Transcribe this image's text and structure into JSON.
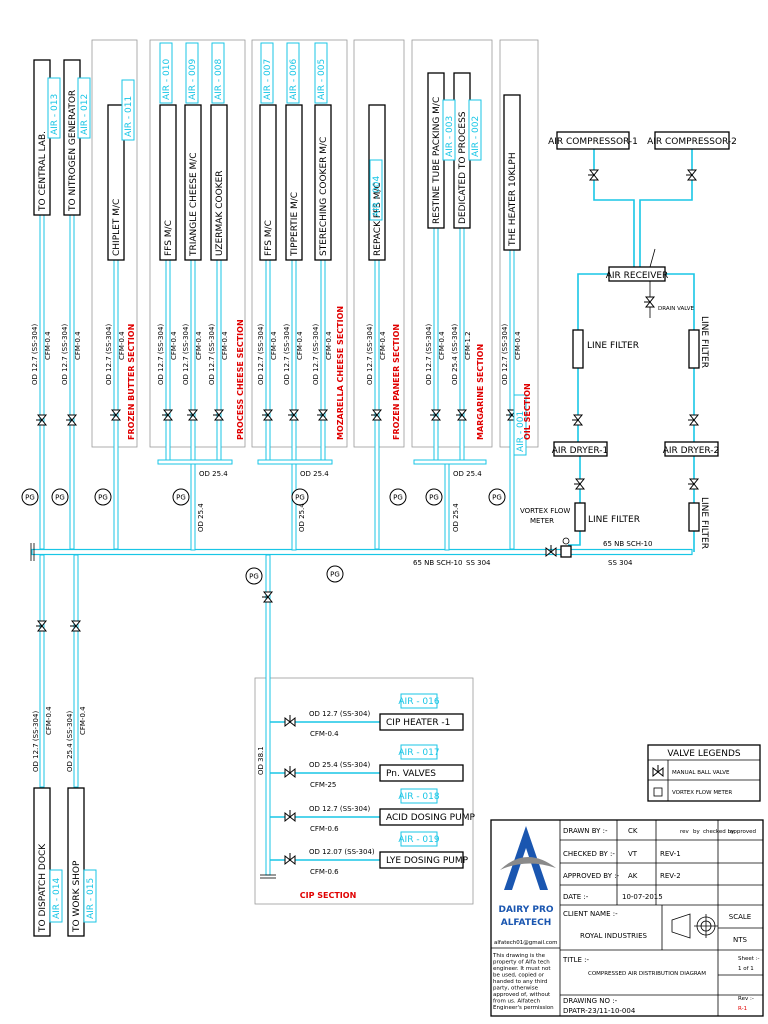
{
  "colors": {
    "pipe": "#19c6e6",
    "section": "#e00000",
    "ink": "#000000",
    "logo_blue": "#1a56b0"
  },
  "top_lines": [
    {
      "dest": "TO CENTRAL LAB.",
      "tag": "AIR - 013",
      "size": "OD 12.7 (SS-304)",
      "cfm": "CFM-0.4"
    },
    {
      "dest": "TO NITROGEN GENERATOR",
      "tag": "AIR - 012",
      "size": "OD 12.7 (SS-304)",
      "cfm": "CFM-0.4"
    }
  ],
  "sections": [
    {
      "name": "FROZEN BUTTER SECTION",
      "lines": [
        {
          "dest": "CHIPLET M/C",
          "tag": "AIR - 011",
          "size": "OD 12.7 (SS-304)",
          "cfm": "CFM-0.4"
        }
      ]
    },
    {
      "name": "PROCESS CHEESE SECTION",
      "header": "OD 25.4",
      "lines": [
        {
          "dest": "FFS M/C",
          "tag": "AIR - 010",
          "size": "OD 12.7 (SS-304)",
          "cfm": "CFM-0.4"
        },
        {
          "dest": "TRIANGLE CHEESE M/C",
          "tag": "AIR - 009",
          "size": "OD 12.7 (SS-304)",
          "cfm": "CFM-0.4"
        },
        {
          "dest": "UZERMAK COOKER",
          "tag": "AIR - 008",
          "size": "OD 12.7 (SS-304)",
          "cfm": "CFM-0.4"
        }
      ]
    },
    {
      "name": "MOZARELLA CHEESE SECTION",
      "header": "OD 25.4",
      "lines": [
        {
          "dest": "FFS M/C",
          "tag": "AIR - 007",
          "size": "OD 12.7 (SS-304)",
          "cfm": "CFM-0.4"
        },
        {
          "dest": "TIPPERTIE M/C",
          "tag": "AIR - 006",
          "size": "OD 12.7 (SS-304)",
          "cfm": "CFM-0.4"
        },
        {
          "dest": "STERECHING COOKER M/C",
          "tag": "AIR - 005",
          "size": "OD 12.7 (SS-304)",
          "cfm": "CFM-0.4"
        }
      ]
    },
    {
      "name": "FROZEN PANEER SECTION",
      "lines": [
        {
          "dest": "REPACK FFS M/C",
          "tag": "AIR - 004",
          "size": "OD 12.7 (SS-304)",
          "cfm": "CFM-0.4"
        }
      ]
    },
    {
      "name": "MARGARINE SECTION",
      "header": "OD 25.4",
      "lines": [
        {
          "dest": "RESTINE TUBE PACKING M/C",
          "tag": "AIR - 003",
          "size": "OD 12.7 (SS-304)",
          "cfm": "CFM-0.4"
        },
        {
          "dest": "DEDICATED TO PROCESS",
          "tag": "AIR - 002",
          "size": "OD 25.4 (SS-304)",
          "cfm": "CFM-1.2"
        }
      ]
    },
    {
      "name": "OIL SECTION",
      "lines": [
        {
          "dest": "THE HEATER 10KLPH",
          "tag": "AIR - 001",
          "size": "OD 12.7 (SS-304)",
          "cfm": "CFM-0.4"
        }
      ]
    }
  ],
  "supply": {
    "compressor_1": "AIR COMPRESSOR-1",
    "compressor_2": "AIR COMPRESSOR-2",
    "receiver": "AIR RECEIVER",
    "drain_valve": "DRAIN VALVE",
    "line_filter": "LINE FILTER",
    "dryer_1": "AIR DRYER-1",
    "dryer_2": "AIR DRYER-2",
    "flow_meter_line1": "VORTEX FLOW",
    "flow_meter_line2": "METER",
    "header_size": "65 NB SCH-10",
    "header_material": "SS 304",
    "branch_size": "OD 25.4",
    "pg": "PG"
  },
  "bottom_lines": [
    {
      "dest": "TO DISPATCH DOCK",
      "tag": "AIR - 014",
      "size": "OD 12.7 (SS-304)",
      "cfm": "CFM-0.4"
    },
    {
      "dest": "TO WORK SHOP",
      "tag": "AIR - 015",
      "size": "OD 25.4 (SS-304)",
      "cfm": "CFM-0.4"
    }
  ],
  "cip": {
    "main": "OD 38.1",
    "section_name": "CIP SECTION",
    "lines": [
      {
        "dest": "CIP HEATER -1",
        "tag": "AIR - 016",
        "size": "OD 12.7 (SS-304)",
        "cfm": "CFM-0.4"
      },
      {
        "dest": "Pn. VALVES",
        "tag": "AIR - 017",
        "size": "OD 25.4 (SS-304)",
        "cfm": "CFM-25"
      },
      {
        "dest": "ACID DOSING PUMP",
        "tag": "AIR - 018",
        "size": "OD 12.7 (SS-304)",
        "cfm": "CFM-0.6"
      },
      {
        "dest": "LYE DOSING PUMP",
        "tag": "AIR - 019",
        "size": "OD 12.07 (SS-304)",
        "cfm": "CFM-0.6"
      }
    ]
  },
  "legend": {
    "title": "VALVE LEGENDS",
    "items": [
      "MANUAL BALL VALVE",
      "VORTEX FLOW METER"
    ]
  },
  "title_block": {
    "company_line1": "DAIRY PRO",
    "company_line2": "ALFATECH",
    "email": "alfatech01@gmail.com",
    "note": "This drawing is the property of Alfa tech engineer. It must not be used, copied or handed to any third party, otherwise approved of, without from us. Alfatech Engineer's permission in writing.",
    "drawn_by_label": "DRAWN BY :-",
    "drawn_by": "CK",
    "checked_by_label": "CHECKED BY :-",
    "checked_by": "VT",
    "approved_by_label": "APPROVED BY :-",
    "approved_by": "AK",
    "date_label": "DATE :-",
    "date": "10-07-2015",
    "client_label": "CLIENT NAME :-",
    "client": "ROYAL INDUSTRIES",
    "title_label": "TITLE :-",
    "title": "COMPRESSED AIR DISTRIBUTION DIAGRAM",
    "drawing_no_label": "DRAWING NO :-",
    "drawing_no": "DPATR-23/11-10-004",
    "rev_hdr_rev": "rev",
    "rev_hdr_by": "by",
    "rev_hdr_checked": "checked by",
    "rev_hdr_approved": "approved",
    "rev_1": "REV-1",
    "rev_2": "REV-2",
    "scale_label": "SCALE",
    "scale": "NTS",
    "sheet_label": "Sheet :-",
    "sheet": "1 of 1",
    "rev_label": "Rev :-",
    "rev": "R-1"
  }
}
